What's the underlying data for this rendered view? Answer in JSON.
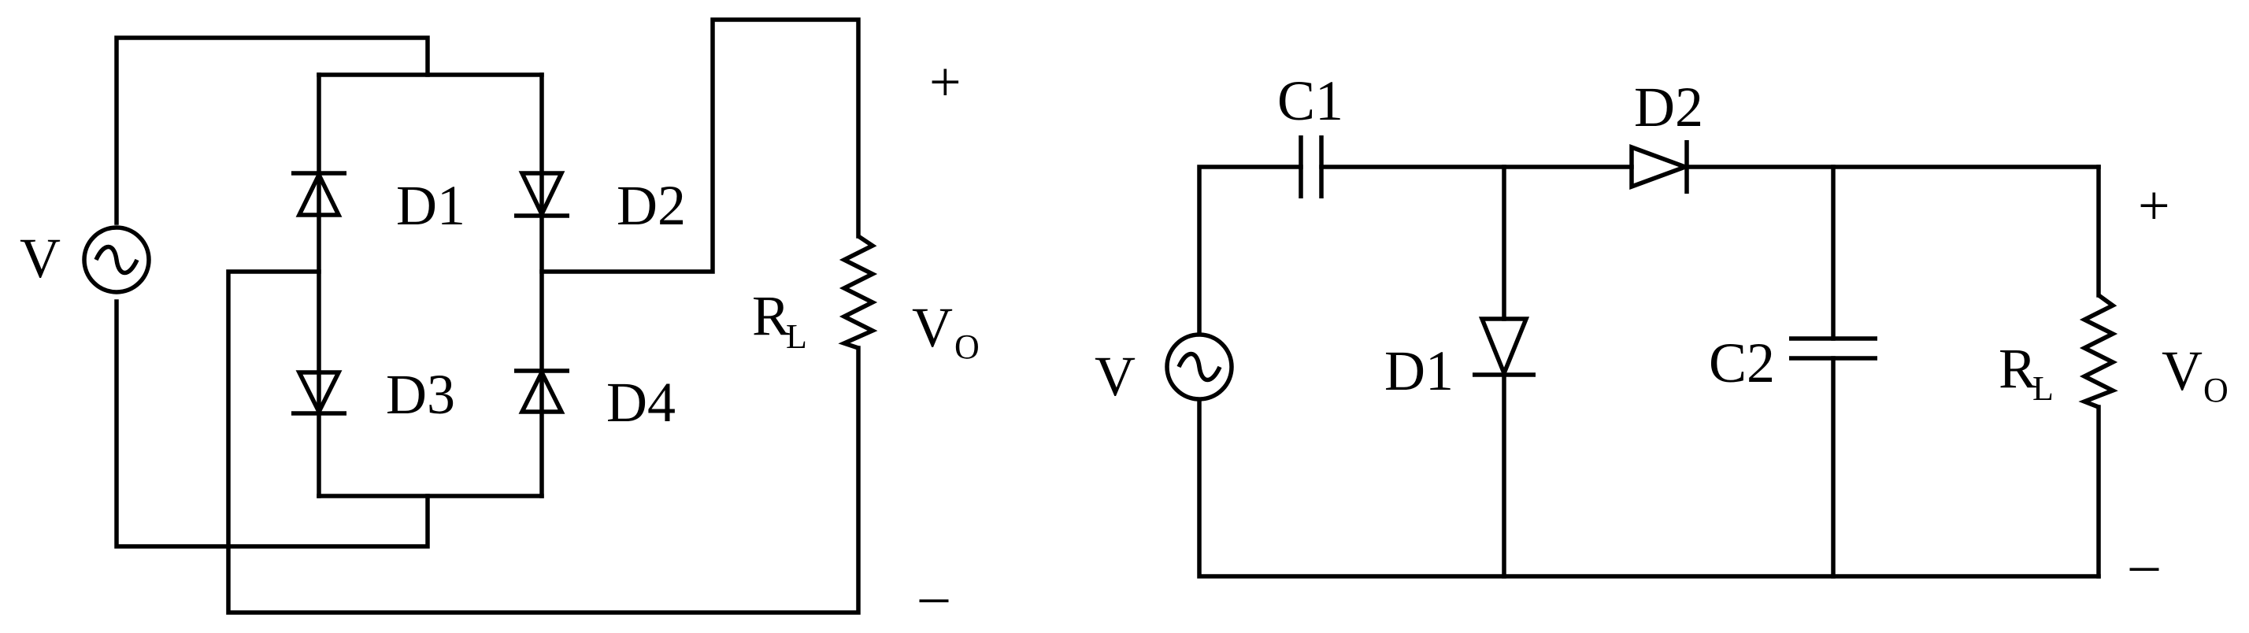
{
  "left_circuit": {
    "source": {
      "label": "V"
    },
    "diodes": {
      "d1": "D1",
      "d2": "D2",
      "d3": "D3",
      "d4": "D4"
    },
    "load": {
      "label": "R",
      "subscript": "L"
    },
    "output": {
      "label": "V",
      "subscript": "O",
      "plus": "+",
      "minus": "–"
    }
  },
  "right_circuit": {
    "source": {
      "label": "V"
    },
    "capacitors": {
      "c1": "C1",
      "c2": "C2"
    },
    "diodes": {
      "d1": "D1",
      "d2": "D2"
    },
    "load": {
      "label": "R",
      "subscript": "L"
    },
    "output": {
      "label": "V",
      "subscript": "O",
      "plus": "+",
      "minus": "–"
    }
  }
}
